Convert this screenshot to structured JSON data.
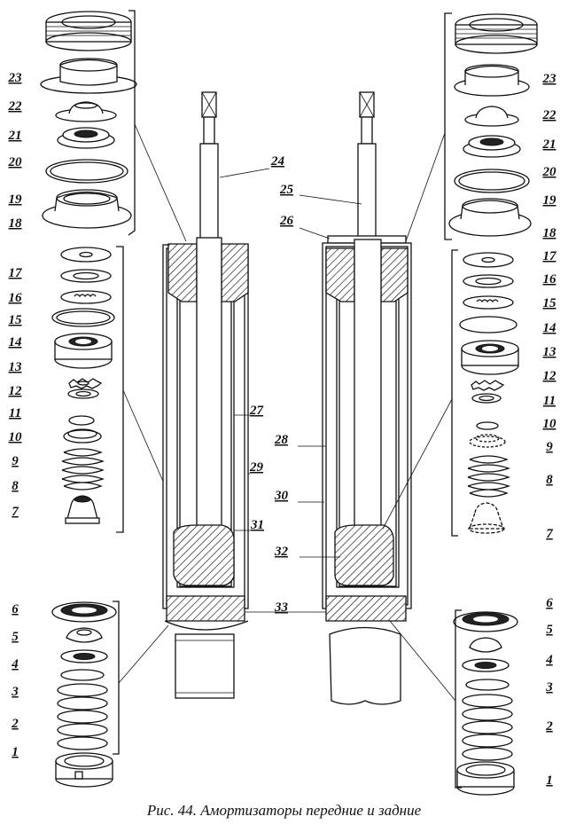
{
  "figure": {
    "caption": "Рис. 44. Амортизаторы передние и задние"
  },
  "callouts": {
    "left_group": [
      "23",
      "22",
      "21",
      "20",
      "19",
      "18",
      "17",
      "16",
      "15",
      "14",
      "13",
      "12",
      "11",
      "10",
      "9",
      "8",
      "7",
      "6",
      "5",
      "4",
      "3",
      "2",
      "1"
    ],
    "right_group": [
      "23",
      "22",
      "21",
      "20",
      "19",
      "18",
      "17",
      "16",
      "15",
      "14",
      "13",
      "12",
      "11",
      "10",
      "9",
      "8",
      "7",
      "6",
      "5",
      "4",
      "3",
      "2",
      "1"
    ],
    "center": [
      "24",
      "25",
      "26",
      "27",
      "28",
      "29",
      "30",
      "31",
      "32",
      "33"
    ]
  }
}
